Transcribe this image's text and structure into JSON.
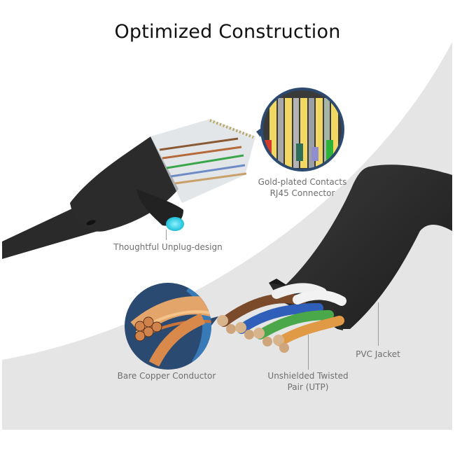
{
  "title": "Optimized Construction",
  "callouts": {
    "contacts_line1": "Gold-plated Contacts",
    "contacts_line2": "RJ45 Connector",
    "unplug": "Thoughtful Unplug-design",
    "copper": "Bare Copper Conductor",
    "utp_line1": "Unshielded Twisted",
    "utp_line2": "Pair (UTP)",
    "jacket": "PVC Jacket"
  },
  "colors": {
    "background": "#ffffff",
    "gray_panel": "#e5e5e5",
    "cable": "#262626",
    "circle_border": "#2c4a70",
    "accent_glow": "#3fd6ea",
    "gold": "#f2d862",
    "copper": "#d98a4a"
  }
}
